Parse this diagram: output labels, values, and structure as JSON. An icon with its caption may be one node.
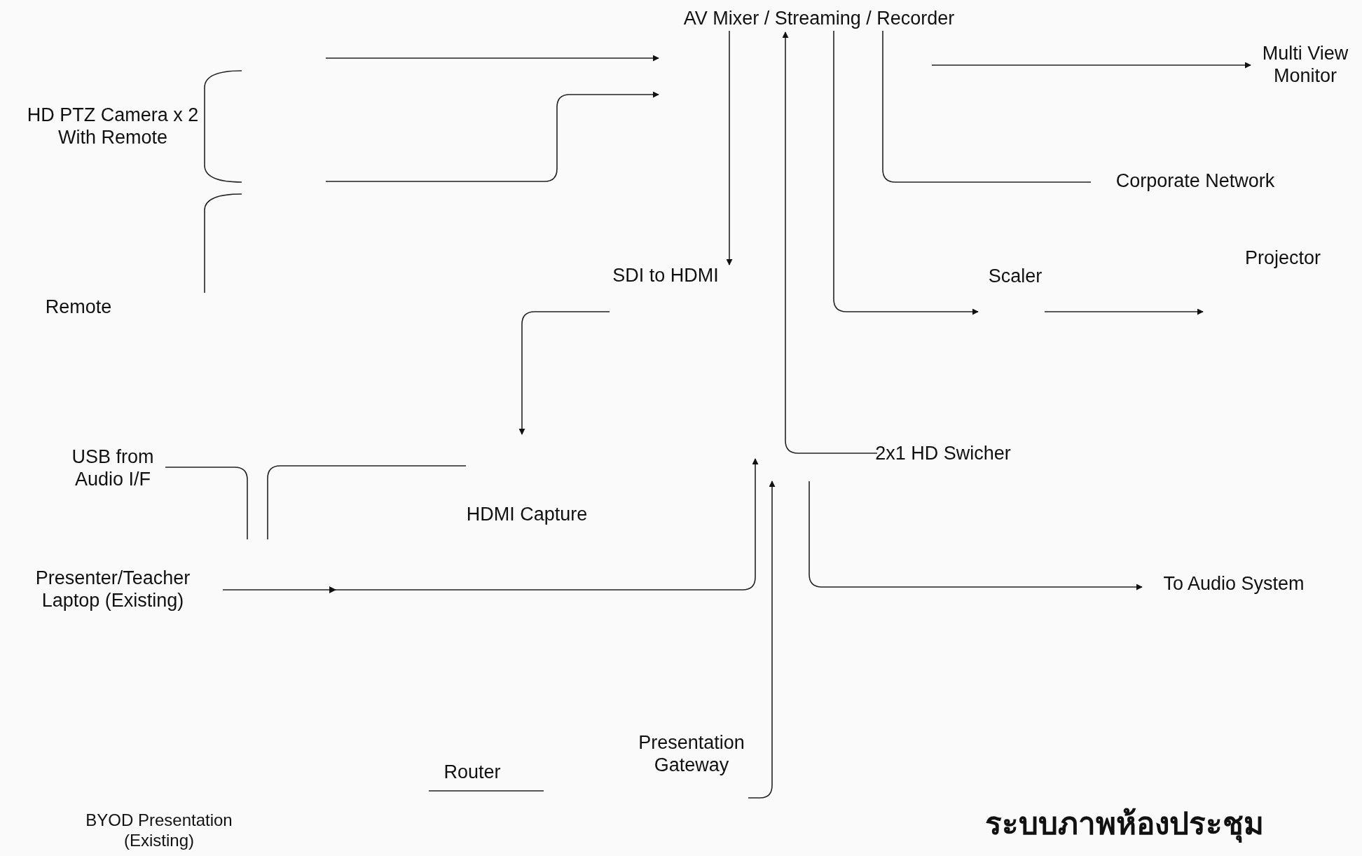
{
  "diagram": {
    "title": "ระบบภาพห้องประชุม",
    "nodes": [
      {
        "text": [
          "AV Mixer / Streaming / Recorder"
        ]
      },
      {
        "text": [
          "Multi View Monitor"
        ]
      },
      {
        "text": [
          "HD PTZ Camera x 2 With Remote"
        ]
      },
      {
        "text": [
          "Corporate Network"
        ]
      },
      {
        "text": [
          "Projector"
        ]
      },
      {
        "text": [
          "SDI to HDMI"
        ]
      },
      {
        "text": [
          "Scaler"
        ]
      },
      {
        "text": [
          "Remote"
        ]
      },
      {
        "text": [
          "USB from Audio I/F"
        ]
      },
      {
        "text": [
          "2x1 HD Swicher"
        ]
      },
      {
        "text": [
          "HDMI Capture"
        ]
      },
      {
        "text": [
          "Presenter/Teacher Laptop (Existing)"
        ]
      },
      {
        "text": [
          "To Audio System"
        ]
      },
      {
        "text": [
          "Presentation Gateway"
        ]
      },
      {
        "text": [
          "Router"
        ]
      },
      {
        "text": [
          "BYOD Presentation (Existing)"
        ]
      }
    ],
    "edges": [
      {
        "from": 2,
        "to": 0,
        "arrow": "to"
      },
      {
        "from": 2,
        "to": 0,
        "arrow": "to"
      },
      {
        "from": 0,
        "to": 1,
        "arrow": "to"
      },
      {
        "from": 0,
        "to": 3,
        "arrow": "none"
      },
      {
        "from": 0,
        "to": 5,
        "arrow": "to"
      },
      {
        "from": 9,
        "to": 0,
        "arrow": "to"
      },
      {
        "from": 0,
        "to": 6,
        "arrow": "to"
      },
      {
        "from": 6,
        "to": 4,
        "arrow": "to"
      },
      {
        "from": 5,
        "to": 10,
        "arrow": "to"
      },
      {
        "from": 8,
        "to": 11,
        "arrow": "none"
      },
      {
        "from": 10,
        "to": 11,
        "arrow": "none"
      },
      {
        "from": 11,
        "to": 9,
        "arrow": "to"
      },
      {
        "from": 13,
        "to": 9,
        "arrow": "to"
      },
      {
        "from": 9,
        "to": 12,
        "arrow": "to"
      }
    ]
  }
}
